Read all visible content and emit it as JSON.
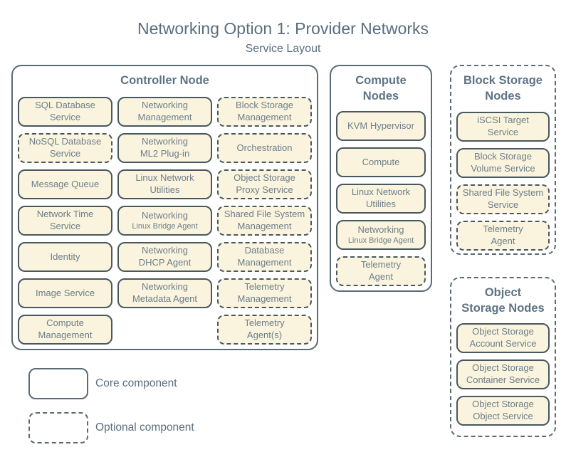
{
  "title": "Networking Option 1: Provider Networks",
  "subtitle": "Service Layout",
  "colors": {
    "background": "#ffffff",
    "box_fill": "#faf3de",
    "box_border": "#47585f",
    "group_border": "#5a6b73",
    "box_text": "#6d7f8a",
    "heading_text": "#5d7384",
    "title_text": "#5a6e7e"
  },
  "legend": {
    "items": [
      {
        "style": "solid",
        "label": "Core component"
      },
      {
        "style": "dashed",
        "label": "Optional component"
      }
    ]
  },
  "groups": [
    {
      "id": "controller-node",
      "title": "Controller Node",
      "border": "solid",
      "services": [
        {
          "label": "SQL Database\nService",
          "style": "solid"
        },
        {
          "label": "Networking\nManagement",
          "style": "solid"
        },
        {
          "label": "Block Storage\nManagement",
          "style": "dashed"
        },
        {
          "label": "NoSQL Database\nService",
          "style": "dashed"
        },
        {
          "label": "Networking\nML2 Plug-in",
          "style": "solid"
        },
        {
          "label": "Orchestration",
          "style": "dashed"
        },
        {
          "label": "Message Queue",
          "style": "solid"
        },
        {
          "label": "Linux Network\nUtilities",
          "style": "solid"
        },
        {
          "label": "Object Storage\nProxy Service",
          "style": "dashed"
        },
        {
          "label": "Network Time\nService",
          "style": "solid"
        },
        {
          "label": "Networking",
          "sublabel": "Linux Bridge Agent",
          "style": "solid"
        },
        {
          "label": "Shared File System\nManagement",
          "style": "dashed"
        },
        {
          "label": "Identity",
          "style": "solid"
        },
        {
          "label": "Networking\nDHCP Agent",
          "style": "solid"
        },
        {
          "label": "Database\nManagement",
          "style": "dashed"
        },
        {
          "label": "Image Service",
          "style": "solid"
        },
        {
          "label": "Networking\nMetadata Agent",
          "style": "solid"
        },
        {
          "label": "Telemetry\nManagement",
          "style": "dashed"
        },
        {
          "label": "Compute\nManagement",
          "style": "solid"
        },
        {
          "label": "",
          "style": "empty"
        },
        {
          "label": "Telemetry\nAgent(s)",
          "style": "dashed"
        }
      ]
    },
    {
      "id": "compute-nodes",
      "title": "Compute\nNodes",
      "border": "solid",
      "services": [
        {
          "label": "KVM Hypervisor",
          "style": "solid"
        },
        {
          "label": "Compute",
          "style": "solid"
        },
        {
          "label": "Linux Network\nUtilities",
          "style": "solid"
        },
        {
          "label": "Networking",
          "sublabel": "Linux Bridge Agent",
          "style": "solid"
        },
        {
          "label": "Telemetry\nAgent",
          "style": "dashed"
        }
      ]
    },
    {
      "id": "block-storage-nodes",
      "title": "Block Storage\nNodes",
      "border": "dashed",
      "services": [
        {
          "label": "iSCSI Target\nService",
          "style": "solid"
        },
        {
          "label": "Block Storage\nVolume Service",
          "style": "solid"
        },
        {
          "label": "Shared File System\nService",
          "style": "dashed"
        },
        {
          "label": "Telemetry\nAgent",
          "style": "dashed"
        }
      ]
    },
    {
      "id": "object-storage-nodes",
      "title": "Object\nStorage Nodes",
      "border": "dashed",
      "services": [
        {
          "label": "Object Storage\nAccount Service",
          "style": "solid"
        },
        {
          "label": "Object Storage\nContainer Service",
          "style": "solid"
        },
        {
          "label": "Object Storage\nObject Service",
          "style": "solid"
        }
      ]
    }
  ]
}
